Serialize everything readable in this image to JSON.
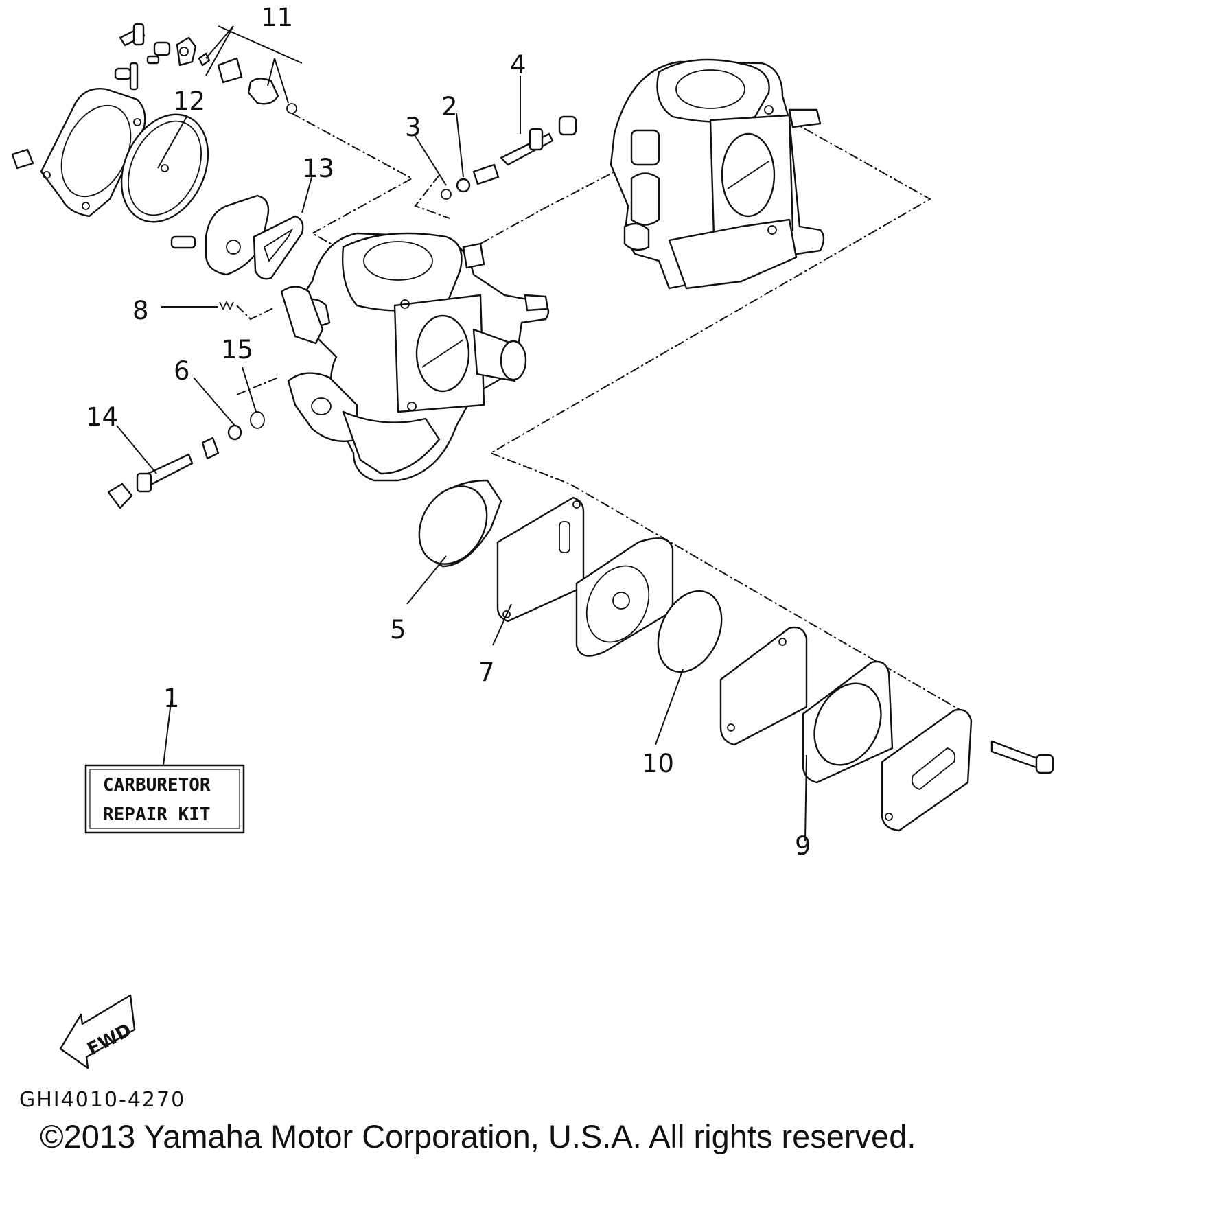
{
  "callouts": [
    "1",
    "2",
    "3",
    "4",
    "5",
    "6",
    "7",
    "8",
    "9",
    "10",
    "11",
    "12",
    "13",
    "14",
    "15"
  ],
  "kit_label": {
    "line1": "CARBURETOR",
    "line2": "REPAIR  KIT"
  },
  "fwd_label": "FWD",
  "diagram_code": "GHI4010-4270",
  "copyright": "©2013 Yamaha Motor Corporation, U.S.A. All rights reserved."
}
